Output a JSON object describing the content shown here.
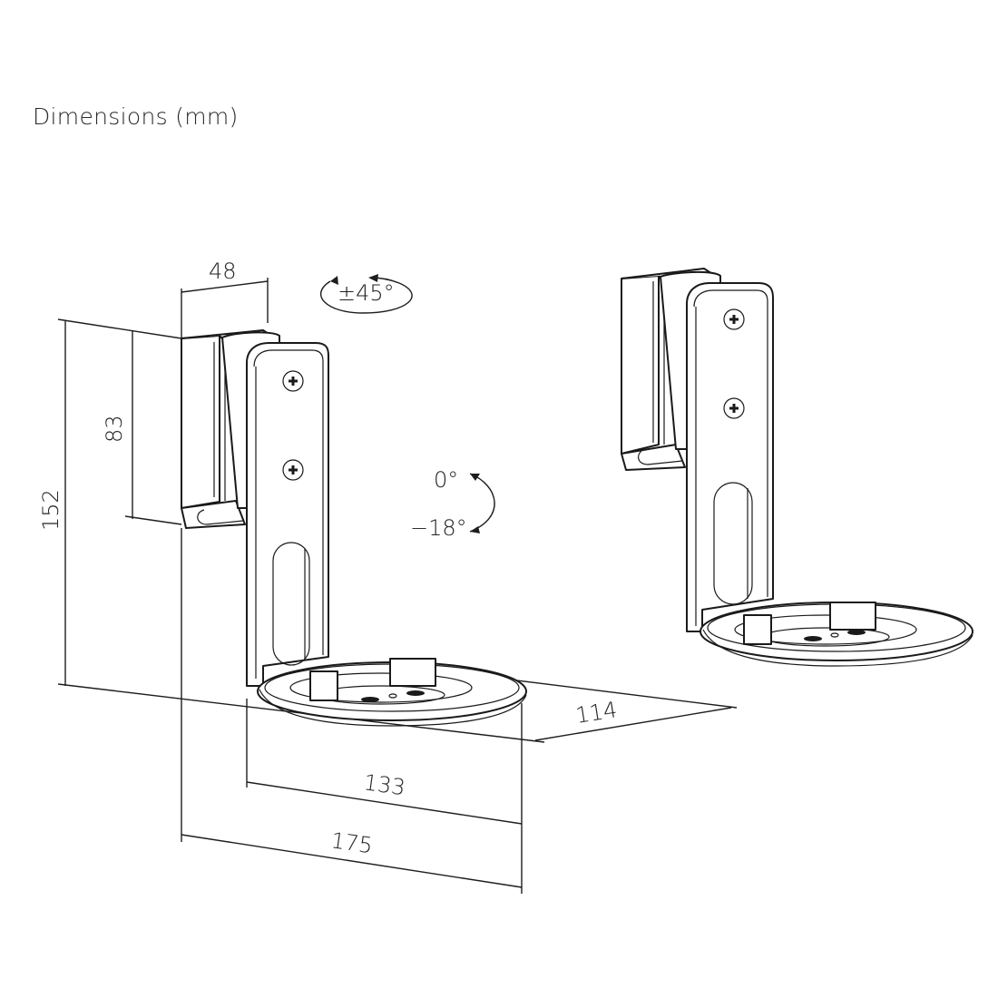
{
  "title": "Dimensions (mm)",
  "dimensions": {
    "depth_top": "48",
    "height_upper": "83",
    "height_total": "152",
    "plate_depth": "114",
    "arm_length": "133",
    "total_length": "175"
  },
  "adjustments": {
    "swivel": "±45°",
    "tilt_max": "0°",
    "tilt_min": "−18°"
  },
  "colors": {
    "line": "#1e1e1e",
    "background": "#ffffff"
  }
}
